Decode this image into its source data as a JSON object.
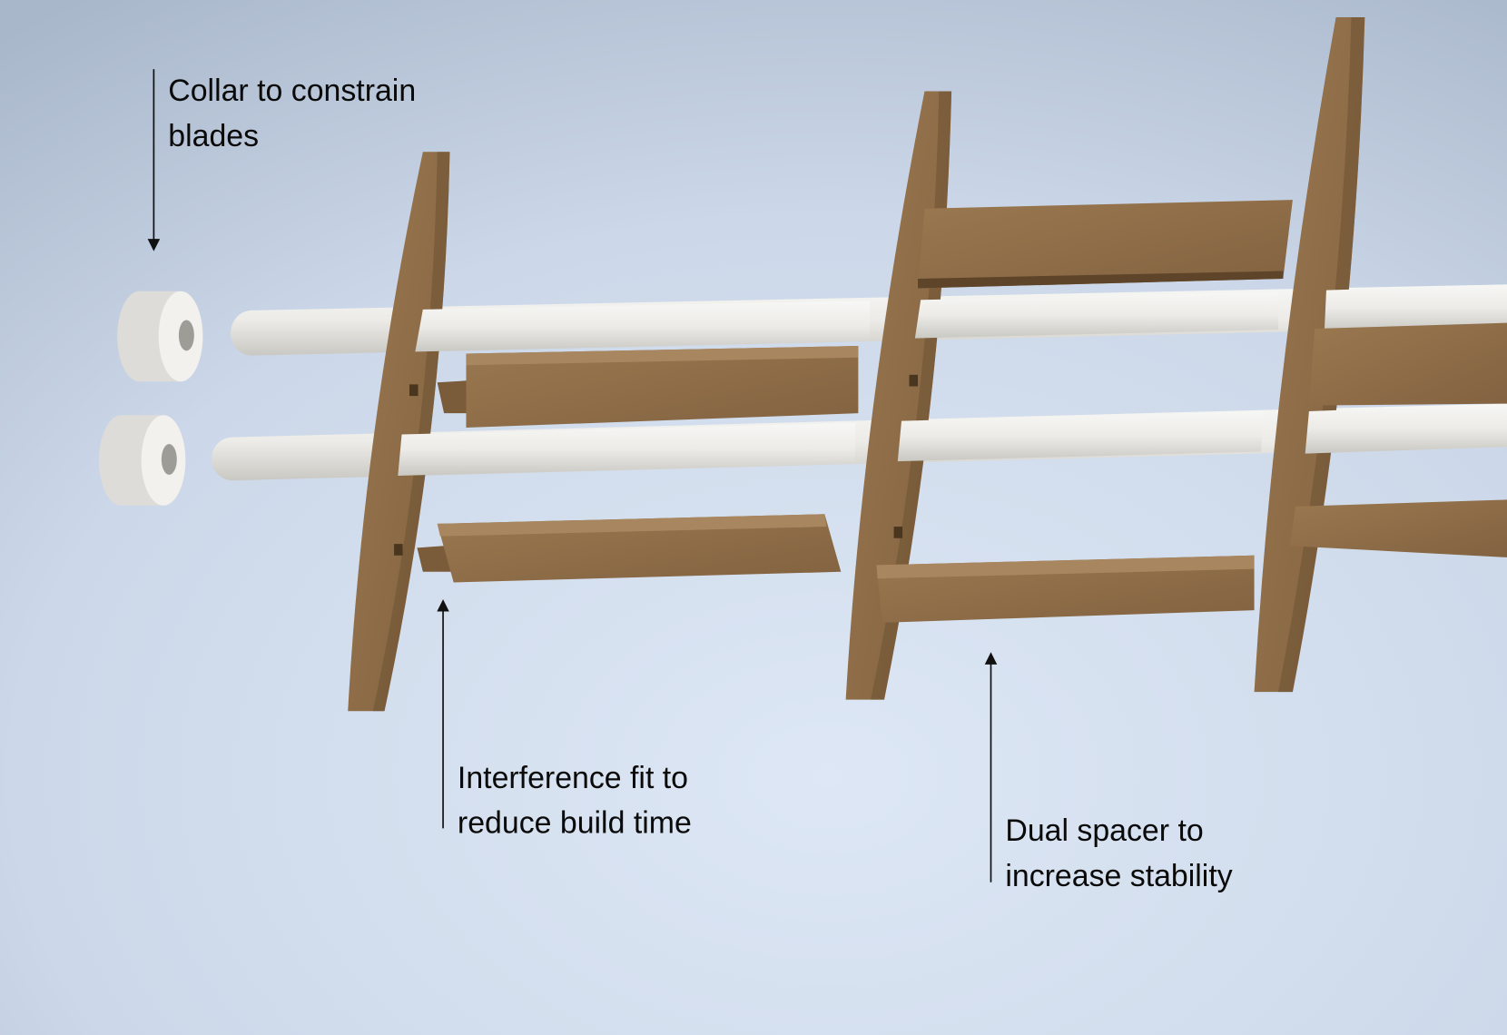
{
  "annotations": {
    "collar": {
      "line1": "Collar to constrain",
      "line2": "blades"
    },
    "interference": {
      "line1": "Interference fit to",
      "line2": "reduce build time"
    },
    "spacer": {
      "line1": "Dual spacer to",
      "line2": "increase stability"
    }
  },
  "colors": {
    "wood": "#8f6d47",
    "wood_dark": "#6e5233",
    "rod": "#e9e9e6",
    "background": "#d3deee"
  }
}
